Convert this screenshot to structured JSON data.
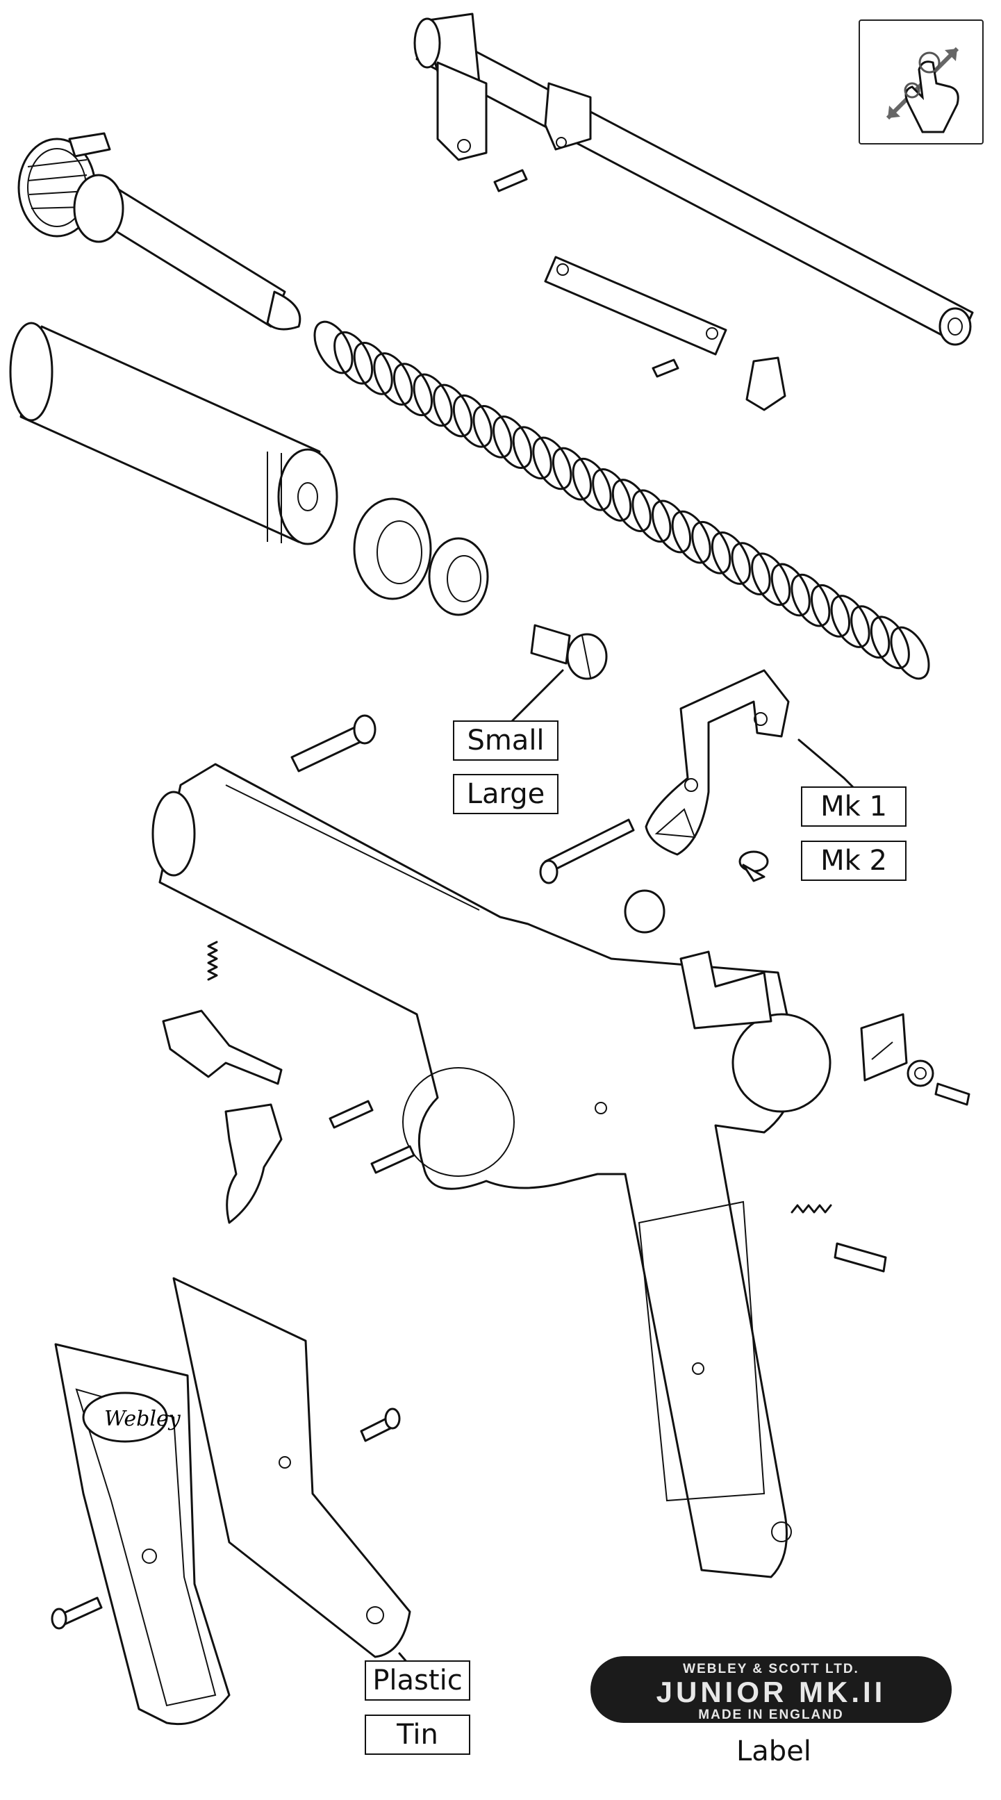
{
  "diagram": {
    "callouts": {
      "screw_small": "Small",
      "screw_large": "Large",
      "trigger_guard_mk1": "Mk 1",
      "trigger_guard_mk2": "Mk 2",
      "grip_plastic": "Plastic",
      "grip_tin": "Tin"
    },
    "grip_logo": "Webley",
    "nameplate": {
      "line1": "WEBLEY & SCOTT LTD.",
      "line2": "JUNIOR MK.II",
      "line3": "MADE IN ENGLAND"
    },
    "nameplate_caption": "Label"
  },
  "controls": {
    "zoom_icon": "pinch-zoom-icon"
  }
}
